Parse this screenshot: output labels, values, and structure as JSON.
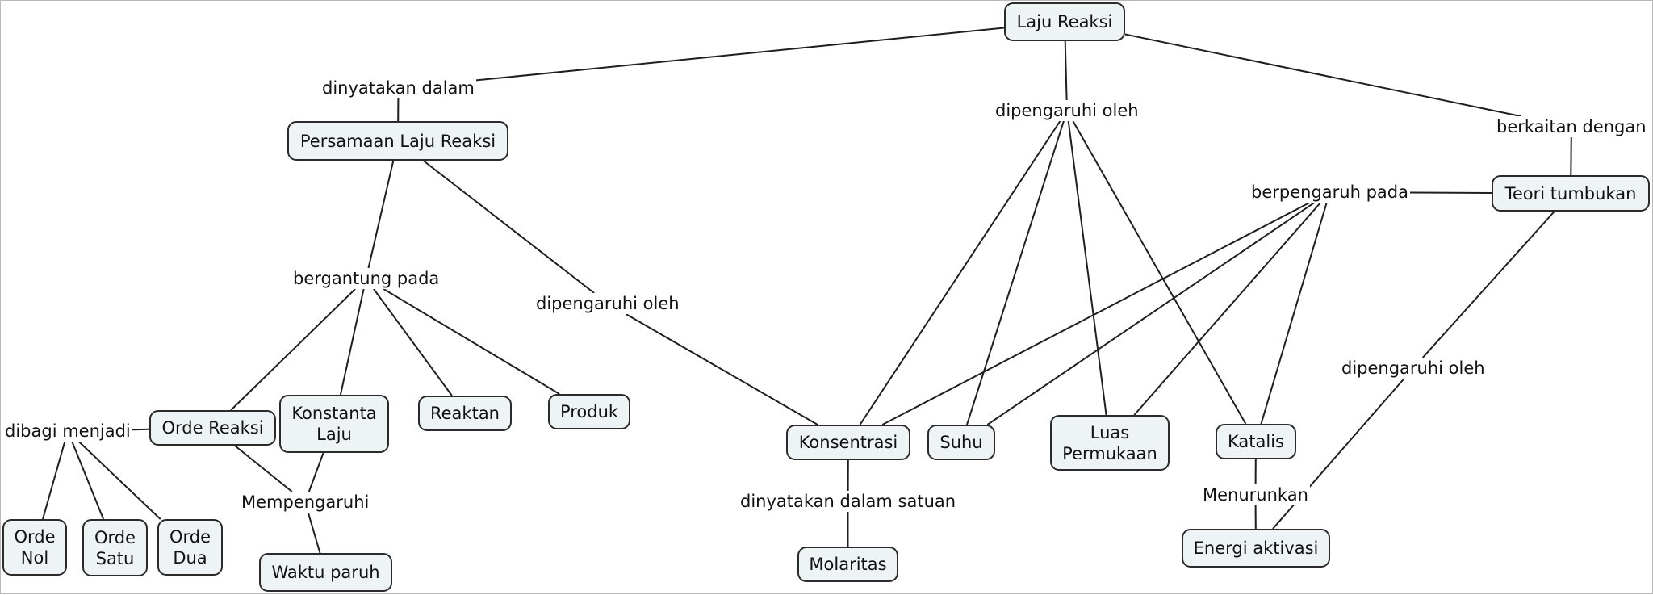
{
  "concepts": {
    "laju_reaksi": "Laju Reaksi",
    "persamaan_laju_reaksi": "Persamaan Laju Reaksi",
    "teori_tumbukan": "Teori tumbukan",
    "orde_reaksi": "Orde Reaksi",
    "konstanta_laju": "Konstanta\nLaju",
    "reaktan": "Reaktan",
    "produk": "Produk",
    "konsentrasi": "Konsentrasi",
    "suhu": "Suhu",
    "luas_permukaan": "Luas\nPermukaan",
    "katalis": "Katalis",
    "orde_nol": "Orde\nNol",
    "orde_satu": "Orde\nSatu",
    "orde_dua": "Orde\nDua",
    "waktu_paruh": "Waktu paruh",
    "molaritas": "Molaritas",
    "energi_aktivasi": "Energi aktivasi"
  },
  "linking_phrases": {
    "dinyatakan_dalam": "dinyatakan dalam",
    "dipengaruhi_oleh_top": "dipengaruhi oleh",
    "berkaitan_dengan": "berkaitan dengan",
    "berpengaruh_pada": "berpengaruh pada",
    "bergantung_pada": "bergantung pada",
    "dipengaruhi_oleh_mid": "dipengaruhi oleh",
    "dipengaruhi_oleh_right": "dipengaruhi oleh",
    "dibagi_menjadi": "dibagi menjadi",
    "mempengaruhi": "Mempengaruhi",
    "dinyatakan_dalam_satuan": "dinyatakan dalam satuan",
    "menurunkan": "Menurunkan"
  },
  "connections": [
    [
      "laju_reaksi",
      "dinyatakan_dalam"
    ],
    [
      "dinyatakan_dalam",
      "persamaan_laju_reaksi"
    ],
    [
      "laju_reaksi",
      "dipengaruhi_oleh_top"
    ],
    [
      "laju_reaksi",
      "berkaitan_dengan"
    ],
    [
      "berkaitan_dengan",
      "teori_tumbukan"
    ],
    [
      "teori_tumbukan",
      "berpengaruh_pada"
    ],
    [
      "teori_tumbukan",
      "dipengaruhi_oleh_right"
    ],
    [
      "dipengaruhi_oleh_right",
      "energi_aktivasi"
    ],
    [
      "dipengaruhi_oleh_top",
      "konsentrasi"
    ],
    [
      "dipengaruhi_oleh_top",
      "suhu"
    ],
    [
      "dipengaruhi_oleh_top",
      "luas_permukaan"
    ],
    [
      "dipengaruhi_oleh_top",
      "katalis"
    ],
    [
      "berpengaruh_pada",
      "konsentrasi"
    ],
    [
      "berpengaruh_pada",
      "suhu"
    ],
    [
      "berpengaruh_pada",
      "luas_permukaan"
    ],
    [
      "berpengaruh_pada",
      "katalis"
    ],
    [
      "persamaan_laju_reaksi",
      "bergantung_pada"
    ],
    [
      "persamaan_laju_reaksi",
      "dipengaruhi_oleh_mid"
    ],
    [
      "dipengaruhi_oleh_mid",
      "konsentrasi"
    ],
    [
      "bergantung_pada",
      "orde_reaksi"
    ],
    [
      "bergantung_pada",
      "konstanta_laju"
    ],
    [
      "bergantung_pada",
      "reaktan"
    ],
    [
      "bergantung_pada",
      "produk"
    ],
    [
      "orde_reaksi",
      "dibagi_menjadi"
    ],
    [
      "dibagi_menjadi",
      "orde_nol"
    ],
    [
      "dibagi_menjadi",
      "orde_satu"
    ],
    [
      "dibagi_menjadi",
      "orde_dua"
    ],
    [
      "orde_reaksi",
      "mempengaruhi"
    ],
    [
      "konstanta_laju",
      "mempengaruhi"
    ],
    [
      "mempengaruhi",
      "waktu_paruh"
    ],
    [
      "konsentrasi",
      "dinyatakan_dalam_satuan"
    ],
    [
      "dinyatakan_dalam_satuan",
      "molaritas"
    ],
    [
      "katalis",
      "menurunkan"
    ],
    [
      "menurunkan",
      "energi_aktivasi"
    ]
  ]
}
